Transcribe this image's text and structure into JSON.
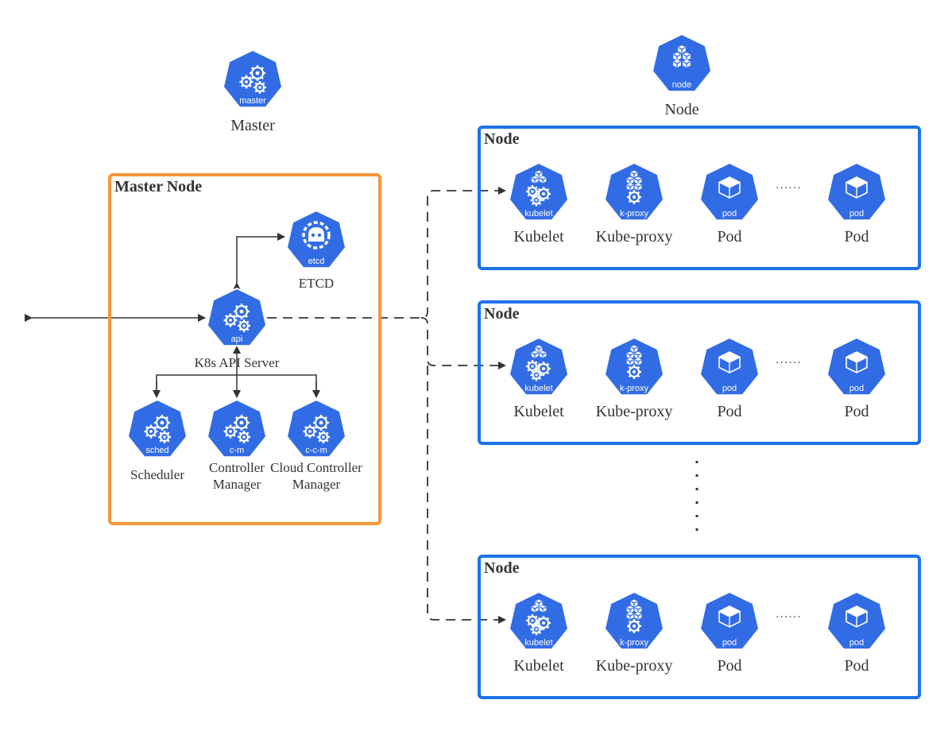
{
  "colors": {
    "k8s_blue": "#326CE5",
    "master_border": "#F7963A",
    "node_border": "#1A73E8",
    "line": "#333333"
  },
  "legend": {
    "master": {
      "icon": "master-icon",
      "badge": "master",
      "label": "Master"
    },
    "node": {
      "icon": "node-icon",
      "badge": "node",
      "label": "Node"
    }
  },
  "master_node": {
    "title": "Master Node",
    "etcd": {
      "icon": "etcd-icon",
      "badge": "etcd",
      "label": "ETCD"
    },
    "api": {
      "icon": "api-icon",
      "badge": "api",
      "label": "K8s API Server"
    },
    "scheduler": {
      "icon": "sched-icon",
      "badge": "sched",
      "label": "Scheduler"
    },
    "controller_manager": {
      "icon": "controller-manager-icon",
      "badge": "c-m",
      "label": "Controller\nManager"
    },
    "cloud_controller_manager": {
      "icon": "cloud-controller-manager-icon",
      "badge": "c-c-m",
      "label": "Cloud Controller\nManager"
    }
  },
  "nodes": [
    {
      "title": "Node",
      "kubelet": {
        "badge": "kubelet",
        "label": "Kubelet"
      },
      "kube_proxy": {
        "badge": "k-proxy",
        "label": "Kube-proxy"
      },
      "pod1": {
        "badge": "pod",
        "label": "Pod"
      },
      "pod2": {
        "badge": "pod",
        "label": "Pod"
      },
      "ellipsis": "......"
    },
    {
      "title": "Node",
      "kubelet": {
        "badge": "kubelet",
        "label": "Kubelet"
      },
      "kube_proxy": {
        "badge": "k-proxy",
        "label": "Kube-proxy"
      },
      "pod1": {
        "badge": "pod",
        "label": "Pod"
      },
      "pod2": {
        "badge": "pod",
        "label": "Pod"
      },
      "ellipsis": "......"
    },
    {
      "title": "Node",
      "kubelet": {
        "badge": "kubelet",
        "label": "Kubelet"
      },
      "kube_proxy": {
        "badge": "k-proxy",
        "label": "Kube-proxy"
      },
      "pod1": {
        "badge": "pod",
        "label": "Pod"
      },
      "pod2": {
        "badge": "pod",
        "label": "Pod"
      },
      "ellipsis": "......"
    }
  ]
}
